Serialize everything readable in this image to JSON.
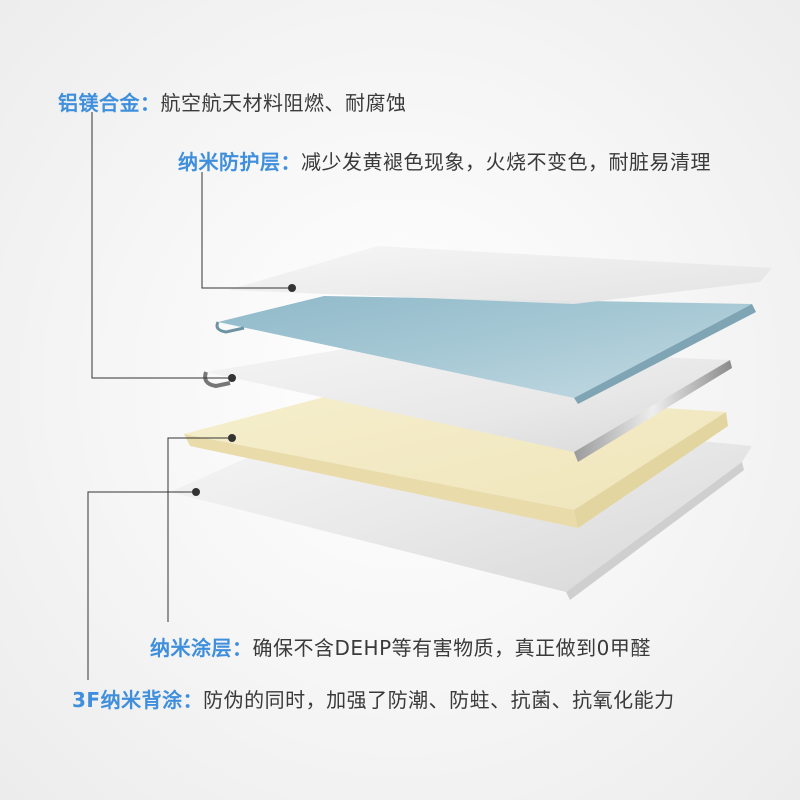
{
  "colors": {
    "title": "#3f8fdd",
    "text": "#3a3a3a",
    "leader": "#333333",
    "nano_protect_layer": "#a6c8d4",
    "alloy_layer": "#e6e6e6",
    "nano_coating_layer": "#f1e9c4",
    "back_coating_layer": "#e4e4e4"
  },
  "labels": {
    "alloy": {
      "title": "铝镁合金：",
      "desc": "航空航天材料阻燃、耐腐蚀"
    },
    "nano_protect": {
      "title": "纳米防护层：",
      "desc": "减少发黄褪色现象，火烧不变色，耐脏易清理"
    },
    "nano_coat": {
      "title": "纳米涂层：",
      "desc": "确保不含DEHP等有害物质，真正做到0甲醛"
    },
    "back_coat": {
      "title": "3F纳米背涂：",
      "desc": "防伪的同时，加强了防潮、防蛀、抗菌、抗氧化能力"
    }
  }
}
